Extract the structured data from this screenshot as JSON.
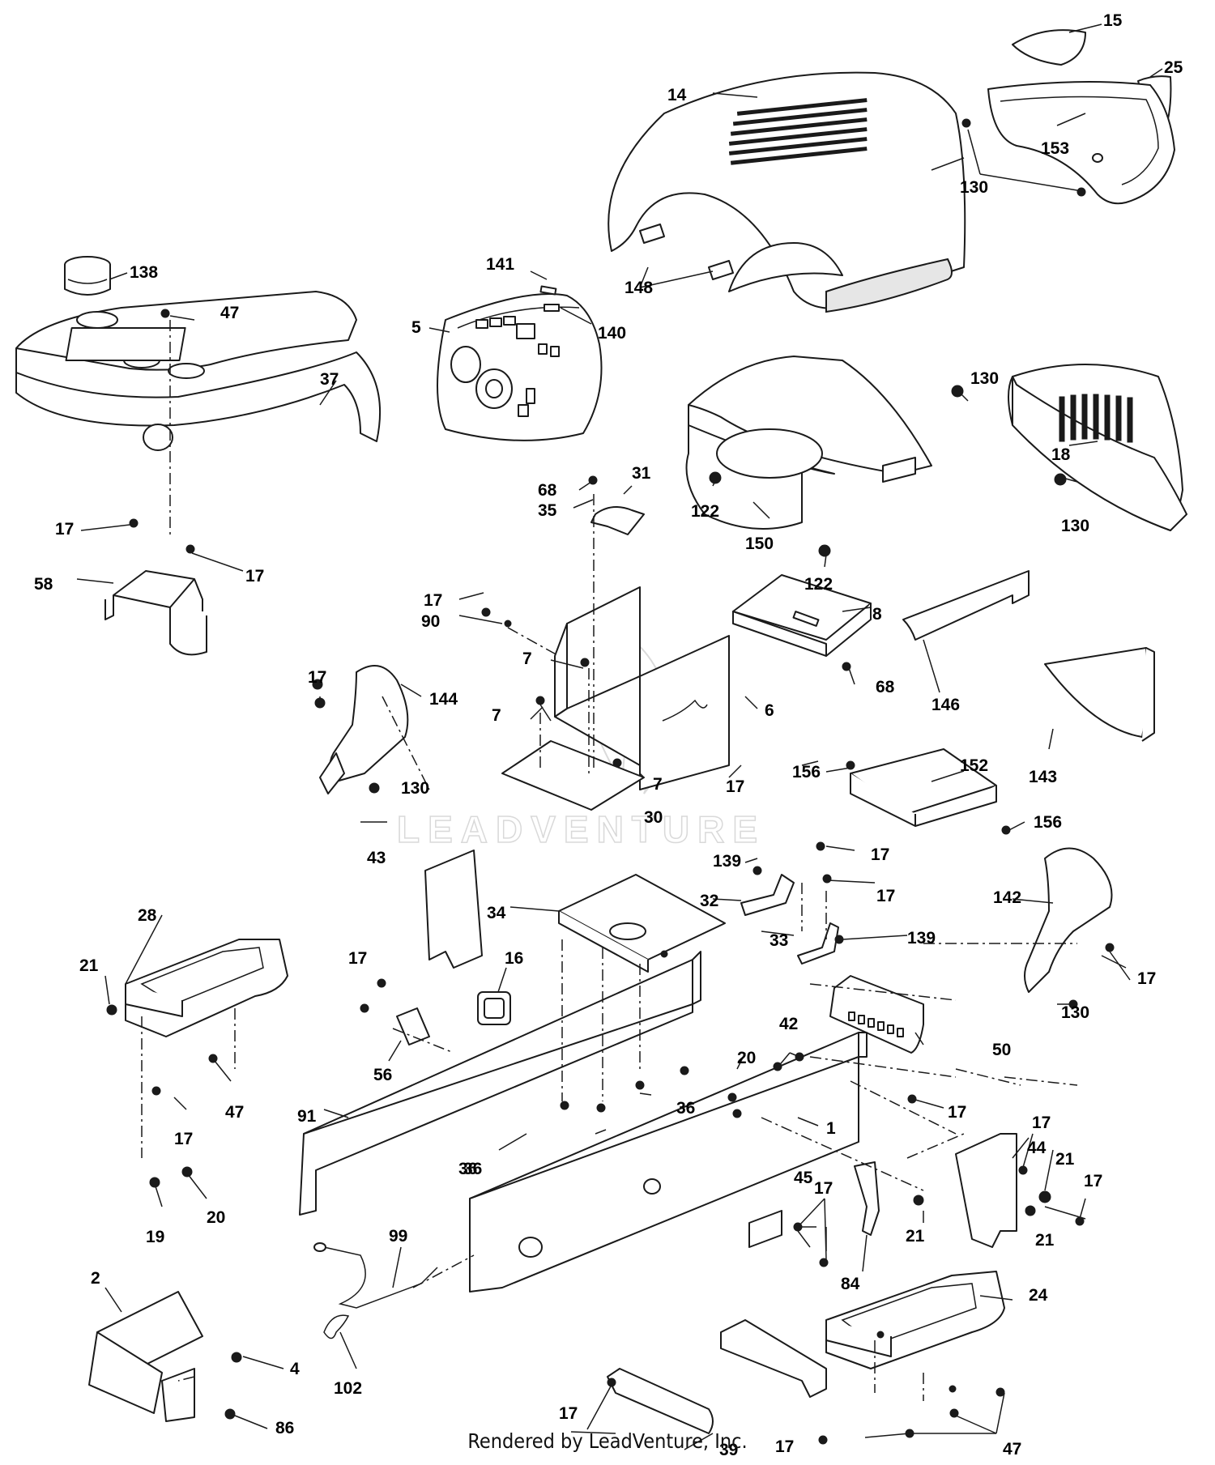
{
  "watermark": "LEADVENTURE",
  "footer": "Rendered by LeadVenture, Inc.",
  "callouts": [
    "15",
    "25",
    "14",
    "153",
    "130",
    "138",
    "141",
    "140",
    "148",
    "47",
    "5",
    "37",
    "130",
    "18",
    "31",
    "68",
    "35",
    "122",
    "150",
    "130",
    "17",
    "17",
    "58",
    "122",
    "17",
    "90",
    "8",
    "7",
    "144",
    "17",
    "6",
    "68",
    "146",
    "7",
    "143",
    "7",
    "17",
    "130",
    "156",
    "152",
    "30",
    "156",
    "43",
    "17",
    "139",
    "17",
    "142",
    "32",
    "139",
    "33",
    "34",
    "28",
    "21",
    "16",
    "17",
    "17",
    "130",
    "42",
    "50",
    "20",
    "56",
    "47",
    "36",
    "17",
    "91",
    "17",
    "36",
    "1",
    "17",
    "44",
    "21",
    "36",
    "45",
    "17",
    "20",
    "17",
    "19",
    "21",
    "21",
    "84",
    "99",
    "24",
    "2",
    "4",
    "102",
    "17",
    "86",
    "39",
    "17",
    "47"
  ]
}
